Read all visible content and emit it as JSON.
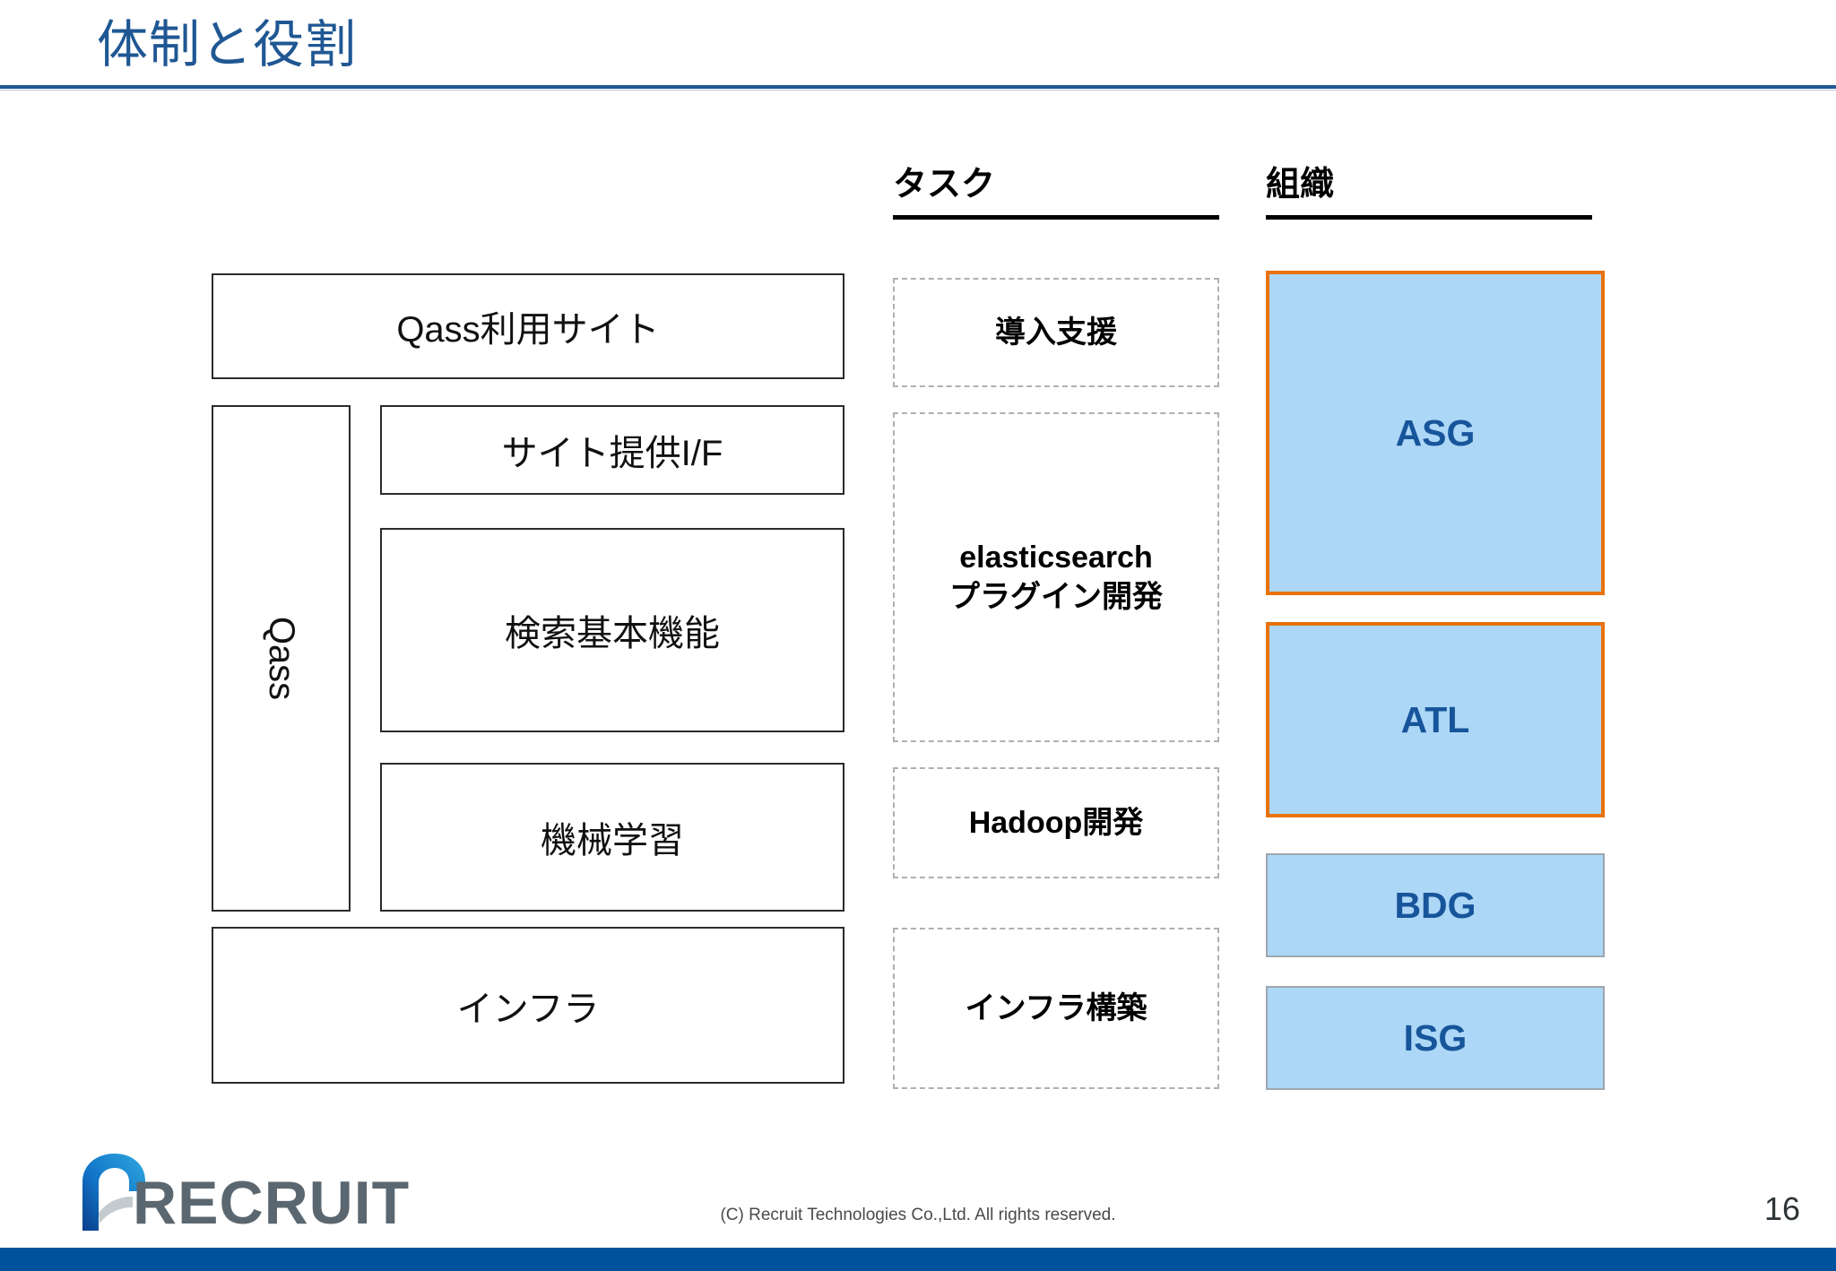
{
  "header": {
    "title": "体制と役割",
    "title_color": "#1F5793"
  },
  "columns": {
    "task_heading": "タスク",
    "org_heading": "組織"
  },
  "architecture": {
    "site_box": "Qass利用サイト",
    "group_label": "Qass",
    "layers": [
      "サイト提供I/F",
      "検索基本機能",
      "機械学習"
    ],
    "infra_box": "インフラ"
  },
  "tasks": [
    {
      "label": "導入支援"
    },
    {
      "label_line1": "elasticsearch",
      "label_line2": "プラグイン開発"
    },
    {
      "label": "Hadoop開発"
    },
    {
      "label": "インフラ構築"
    }
  ],
  "organizations": [
    {
      "name": "ASG",
      "highlighted": true,
      "fill": "#ADD7F6",
      "border": "#E8720C",
      "text": "#17559B"
    },
    {
      "name": "ATL",
      "highlighted": true,
      "fill": "#ADD7F6",
      "border": "#E8720C",
      "text": "#17559B"
    },
    {
      "name": "BDG",
      "highlighted": false,
      "fill": "#ADD7F6",
      "border": "#9FA6AD",
      "text": "#17559B"
    },
    {
      "name": "ISG",
      "highlighted": false,
      "fill": "#ADD7F6",
      "border": "#9FA6AD",
      "text": "#17559B"
    }
  ],
  "footer": {
    "copyright": "(C) Recruit Technologies Co.,Ltd. All rights reserved.",
    "page_number": "16",
    "logo_word": "RECRUIT",
    "bar_color": "#00529C"
  }
}
